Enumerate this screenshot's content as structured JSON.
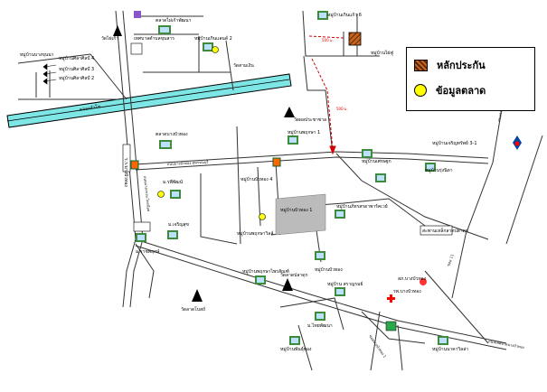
{
  "legend": {
    "items": [
      {
        "label": "หลักประกัน",
        "swatch": "hatched-square",
        "color": "#c8641e"
      },
      {
        "label": "ข้อมูลตลาด",
        "swatch": "yellow-dot",
        "color": "#ffff00"
      }
    ]
  },
  "places": [
    {
      "id": "p-watsaipraditham",
      "label": "วัดไผ่เก้า"
    },
    {
      "id": "p-thesaban",
      "label": "เทศบาลตำบลขุนสาร"
    },
    {
      "id": "p-baan-kamsuk2",
      "label": "หมู่บ้านเกินแลนด์ 2"
    },
    {
      "id": "p-wat-sam",
      "label": "วัดสามเงิน"
    },
    {
      "id": "p-talat-top",
      "label": "ตลาดไผ่เก้าพัฒนา"
    },
    {
      "id": "p-baan-kamsuk6",
      "label": "หมู่บ้านเกินแก้ว 6"
    },
    {
      "id": "p-baan-paifu",
      "label": "หมู่บ้านไผ่ฟู"
    },
    {
      "id": "p-baan-left-top",
      "label": "หมู่บ้านบางขุนนา"
    },
    {
      "id": "p-baan-left-4",
      "label": "หมู่บ้านศิลาศิลป์ 4"
    },
    {
      "id": "p-baan-left-3",
      "label": "หมู่บ้านศิลาศิลป์ 3"
    },
    {
      "id": "p-baan-left-2",
      "label": "หมู่บ้านศิลาศิลป์ 2"
    },
    {
      "id": "p-talat-mid",
      "label": "ตลาดบางบัวทอง"
    },
    {
      "id": "p-wat-pracha",
      "label": "วัดผลประชาชาล"
    },
    {
      "id": "p-baan-mid-1",
      "label": "หมู่บ้านพฤกษา 1"
    },
    {
      "id": "p-baan-prapai",
      "label": "หมู่บ้านเจริญทรัพย์ 3-1"
    },
    {
      "id": "p-baan-right-1",
      "label": "หมู่บ้านรุ่งนิดา"
    },
    {
      "id": "p-baan-right-2",
      "label": "หมู่บ้านเศรษฐก"
    },
    {
      "id": "p-baan-mid-2",
      "label": "หมู่บ้านบัวทอง 4"
    },
    {
      "id": "p-baan-mid-3",
      "label": "หมู่บ้านบัวทอง 1"
    },
    {
      "id": "p-baan-mid-4",
      "label": "หมู่บ้านพฤกษาวิลล์"
    },
    {
      "id": "p-baan-mid-5",
      "label": "หมู่บ้านภัทรสรดาพาร์คเวย์"
    },
    {
      "id": "p-baan-mid-6",
      "label": "หมู่บ้านบัวทอง"
    },
    {
      "id": "p-school-left",
      "label": "ร.ร.บางบัวทอง"
    },
    {
      "id": "p-ma-left",
      "label": "ม.รพีพัฒน์"
    },
    {
      "id": "p-ma-left2",
      "label": "ม.เจริญสุข"
    },
    {
      "id": "p-rachaphat",
      "label": "ม.ราชพฤกษ์"
    },
    {
      "id": "p-baan-bottom-1",
      "label": "หมู่บ้านพฤกษาไพรสัณฑ์"
    },
    {
      "id": "p-wat-bottom",
      "label": "วัดลาดปลาดุก"
    },
    {
      "id": "p-wat-bottom-left",
      "label": "วัดลาดโบสถ์"
    },
    {
      "id": "p-baan-bottom-2",
      "label": "หมู่บ้าน สราญรมย์"
    },
    {
      "id": "p-baan-bottom-3",
      "label": "ม.ไทยพัฒนา"
    },
    {
      "id": "p-baan-bottom-4",
      "label": "หมู่บ้านพันธุ์ทอง"
    },
    {
      "id": "p-baan-bottom-right",
      "label": "หมู่บ้านนาคาวิลล่า"
    },
    {
      "id": "p-hospital",
      "label": "รพ.บางบัวทอง"
    },
    {
      "id": "p-police",
      "label": "สภ.บางบัวทอง"
    },
    {
      "id": "p-landmark-right",
      "label": "สะพานเหล็กลาดปลาดุก"
    }
  ],
  "roads": [
    {
      "id": "r-canal",
      "label": "คลองลำโพ"
    },
    {
      "id": "r-main-vertical",
      "label": "ถนนบางกรวย-ไทรน้อย"
    },
    {
      "id": "r-mid-horizontal",
      "label": "ถนนบางบัวทอง-สุพรรณบุรี"
    },
    {
      "id": "r-right-vertical-a",
      "label": "ถนนกาญจนาภิเษก"
    },
    {
      "id": "r-right-vertical-b",
      "label": "ซอย 11"
    },
    {
      "id": "r-diagonal-bottom",
      "label": "ถนนเทศบาลบางบัวทอง"
    },
    {
      "id": "r-small-left",
      "label": "ซอยบางบัวทอง 1"
    }
  ],
  "notes": {
    "km_top": "500 ม.",
    "km_mid": "500 ม."
  }
}
